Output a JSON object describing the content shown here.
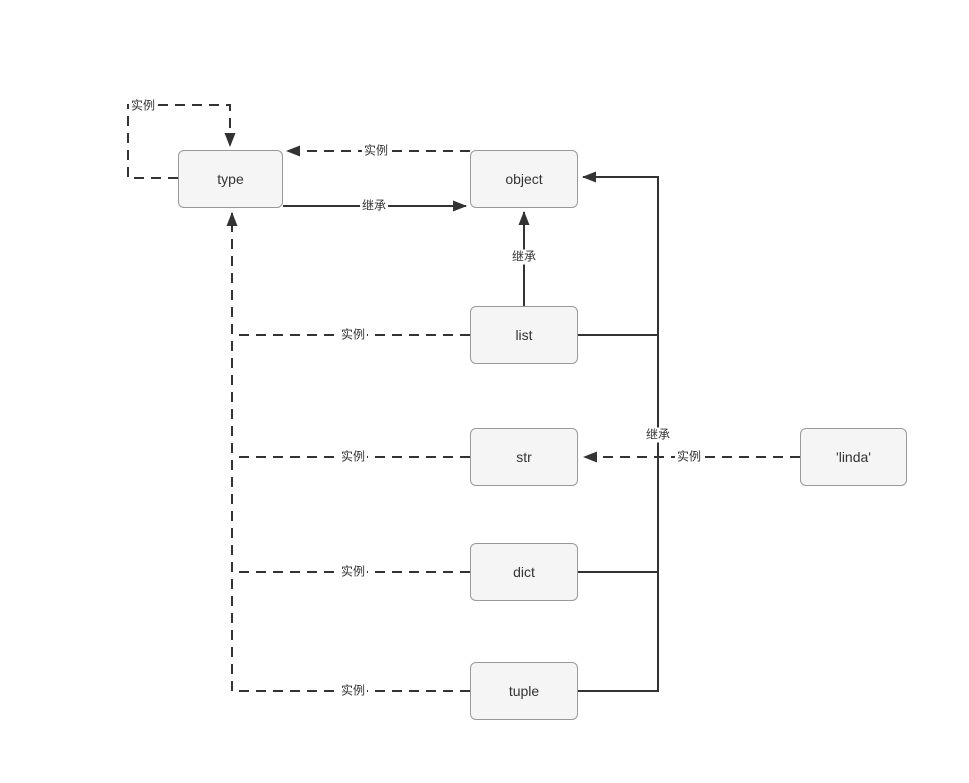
{
  "diagram": {
    "colors": {
      "background": "#ffffff",
      "node_fill": "#f5f5f5",
      "node_border": "#999999",
      "edge": "#333333",
      "text": "#333333"
    },
    "nodes": {
      "type": {
        "label": "type"
      },
      "object": {
        "label": "object"
      },
      "list": {
        "label": "list"
      },
      "str": {
        "label": "str"
      },
      "dict": {
        "label": "dict"
      },
      "tuple": {
        "label": "tuple"
      },
      "linda": {
        "label": "'linda'"
      }
    },
    "edges": {
      "type_self_instance": {
        "label": "实例",
        "style": "dashed",
        "from": "type",
        "to": "type"
      },
      "object_to_type_instance": {
        "label": "实例",
        "style": "dashed",
        "from": "object",
        "to": "type"
      },
      "type_to_object_inherit": {
        "label": "继承",
        "style": "solid",
        "from": "type",
        "to": "object"
      },
      "list_to_object_inherit": {
        "label": "继承",
        "style": "solid",
        "from": "list",
        "to": "object"
      },
      "list_to_type_instance": {
        "label": "实例",
        "style": "dashed",
        "from": "list",
        "to": "type"
      },
      "str_to_type_instance": {
        "label": "实例",
        "style": "dashed",
        "from": "str",
        "to": "type"
      },
      "dict_to_type_instance": {
        "label": "实例",
        "style": "dashed",
        "from": "dict",
        "to": "type"
      },
      "tuple_to_type_instance": {
        "label": "实例",
        "style": "dashed",
        "from": "tuple",
        "to": "type"
      },
      "rail_to_object_inherit": {
        "label": "继承",
        "style": "solid",
        "from": "tuple",
        "to": "object"
      },
      "linda_to_str_instance": {
        "label": "实例",
        "style": "dashed",
        "from": "linda",
        "to": "str"
      }
    }
  }
}
